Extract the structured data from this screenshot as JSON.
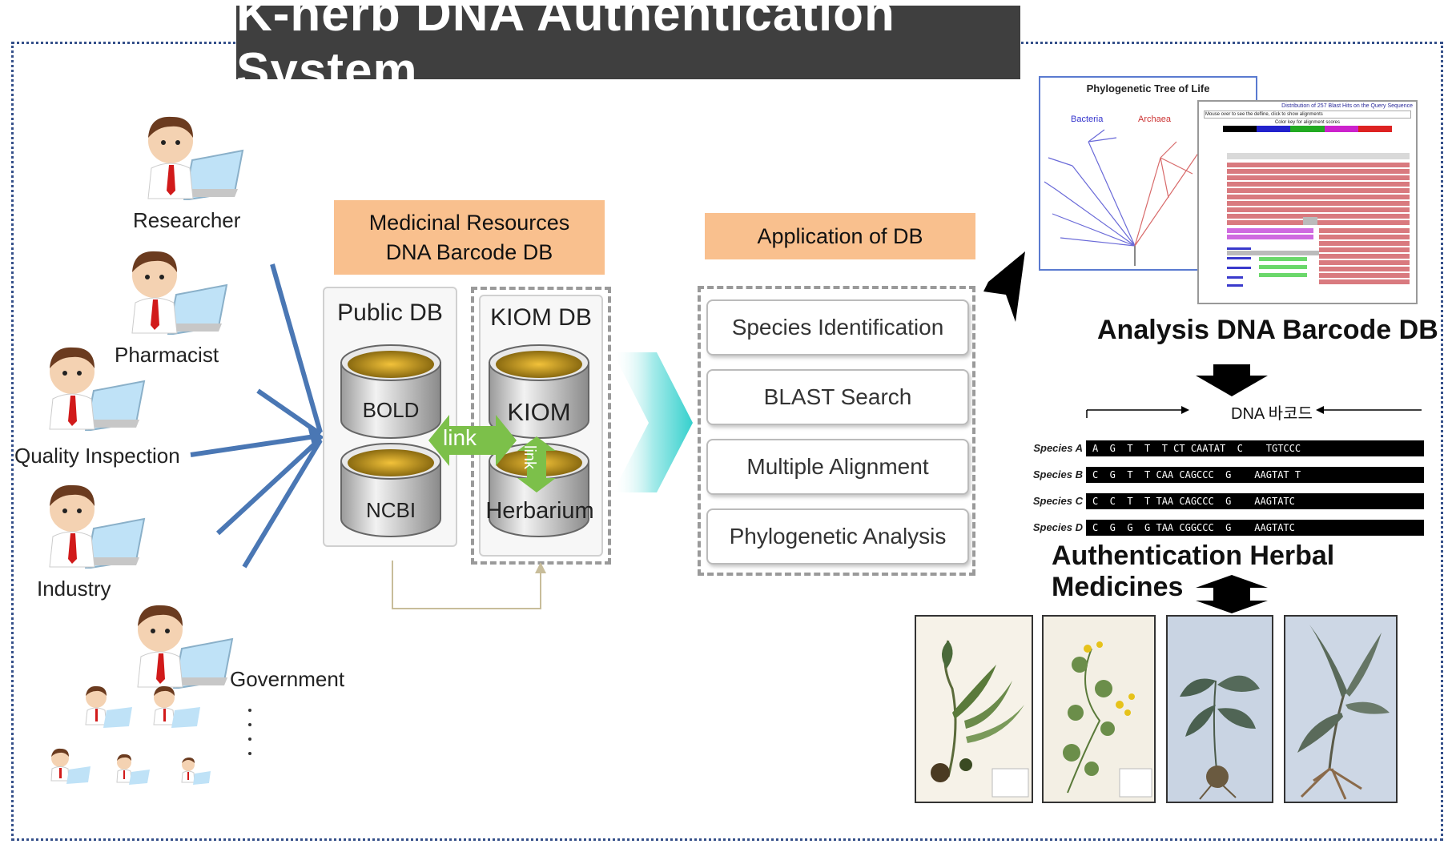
{
  "title": "K-herb DNA Authentication System",
  "users": {
    "researcher": "Researcher",
    "pharmacist": "Pharmacist",
    "quality": "Quality Inspection",
    "industry": "Industry",
    "government": "Government"
  },
  "barcode_db": {
    "heading_line1": "Medicinal Resources",
    "heading_line2": "DNA Barcode DB",
    "public_db": "Public DB",
    "kiom_db": "KIOM DB",
    "bold": "BOLD",
    "ncbi": "NCBI",
    "kiom": "KIOM",
    "herbarium": "Herbarium",
    "link_h": "link",
    "link_v": "link"
  },
  "application": {
    "heading": "Application of DB",
    "items": [
      "Species Identification",
      "BLAST Search",
      "Multiple Alignment",
      "Phylogenetic Analysis"
    ]
  },
  "analysis": {
    "tree_title": "Phylogenetic Tree of Life",
    "bacteria": "Bacteria",
    "archaea": "Archaea",
    "blast_title": "Distribution of 257 Blast Hits on the Query Sequence",
    "blast_hint": "Mouse over to see the defline, click to show alignments",
    "color_key": "Color key for alignment scores",
    "label": "Analysis DNA Barcode DB"
  },
  "alignment": {
    "header": "DNA 바코드",
    "species": [
      {
        "name": "Species A",
        "seq": "A  G  T  T  T CT CAATAT  C    TGTCCC"
      },
      {
        "name": "Species B",
        "seq": "C  G  T  T CAA CAGCCC  G    AAGTAT T"
      },
      {
        "name": "Species C",
        "seq": "C  C  T  T TAA CAGCCC  G    AAGTATC"
      },
      {
        "name": "Species D",
        "seq": "C  G  G  G TAA CGGCCC  G    AAGTATC"
      }
    ],
    "label": "Authentication Herbal Medicines"
  },
  "colors": {
    "frame": "#35508a",
    "title_bg": "#3f3f3f",
    "orange": "#f9c08e",
    "link_green": "#7cc04a",
    "blue_arrow": "#4a77b4",
    "teal_arrow": "#4fd6d3"
  }
}
